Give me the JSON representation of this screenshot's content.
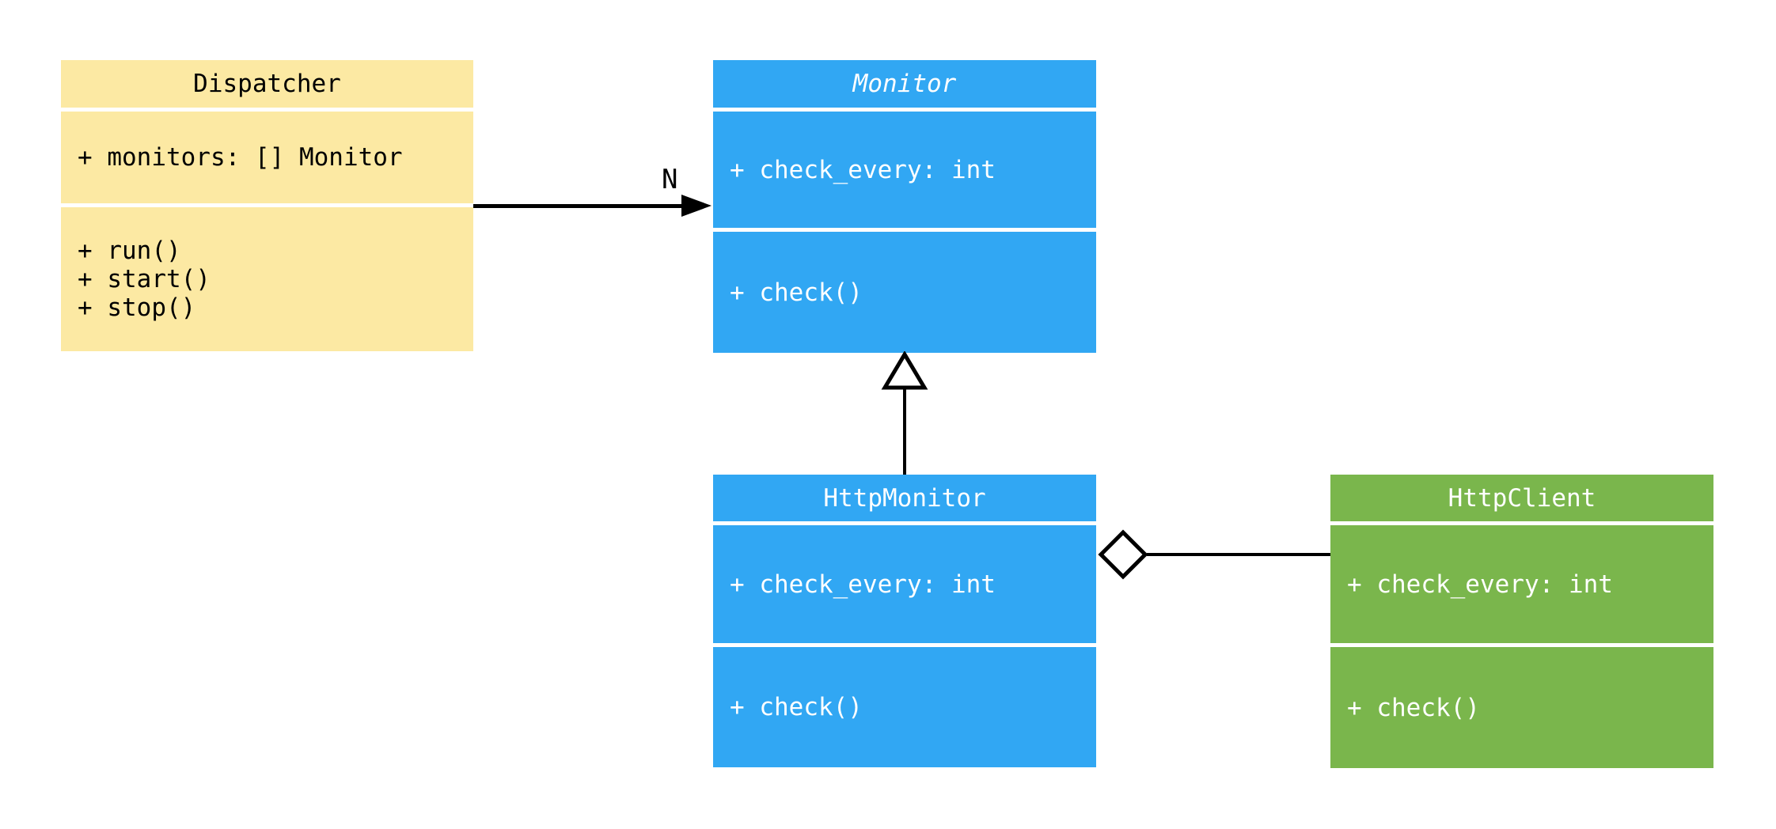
{
  "diagram": {
    "background": "#ffffff",
    "line_color": "#000000",
    "shape_fill": "#ffffff",
    "classes": [
      {
        "name": "Dispatcher",
        "abstract": false,
        "title_style": "normal",
        "fill": "#FCE9A3",
        "text_color": "#000000",
        "attributes": [
          "+ monitors: [] Monitor"
        ],
        "methods": [
          "+ run()",
          "+ start()",
          "+ stop()"
        ]
      },
      {
        "name": "Monitor",
        "abstract": true,
        "title_style": "italic",
        "fill": "#31A7F3",
        "text_color": "#ffffff",
        "attributes": [
          "+ check_every: int"
        ],
        "methods": [
          "+ check()"
        ]
      },
      {
        "name": "HttpMonitor",
        "abstract": false,
        "title_style": "normal",
        "fill": "#31A7F3",
        "text_color": "#ffffff",
        "attributes": [
          "+ check_every: int"
        ],
        "methods": [
          "+ check()"
        ]
      },
      {
        "name": "HttpClient",
        "abstract": false,
        "title_style": "normal",
        "fill": "#7AB64C",
        "text_color": "#ffffff",
        "attributes": [
          "+ check_every: int"
        ],
        "methods": [
          "+ check()"
        ]
      }
    ],
    "relationships": [
      {
        "type": "association",
        "from": "Dispatcher",
        "to": "Monitor",
        "label": "N",
        "arrow": "filled-arrowhead"
      },
      {
        "type": "inheritance",
        "from": "HttpMonitor",
        "to": "Monitor",
        "arrow": "hollow-triangle"
      },
      {
        "type": "aggregation",
        "from": "HttpMonitor",
        "to": "HttpClient",
        "arrow": "hollow-diamond"
      }
    ]
  }
}
